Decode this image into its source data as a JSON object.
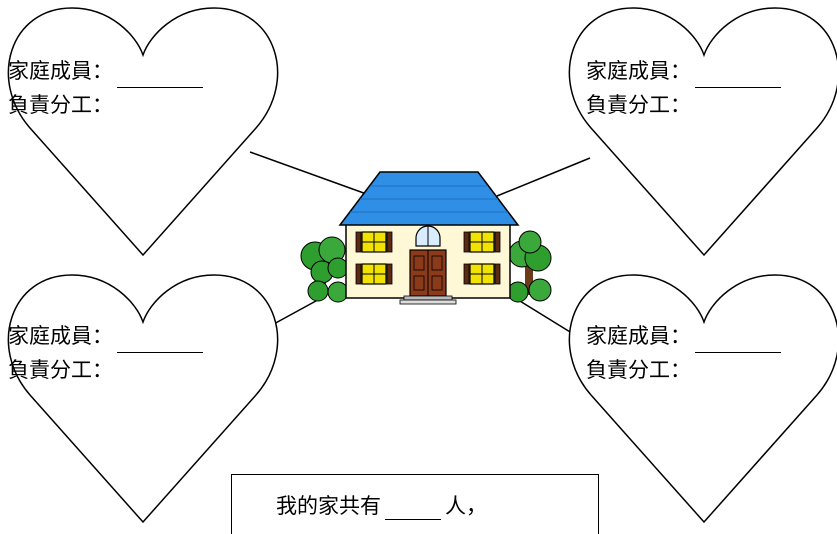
{
  "worksheet": {
    "hearts": [
      {
        "member_label": "家庭成員：",
        "duty_label": "負責分工："
      },
      {
        "member_label": "家庭成員：",
        "duty_label": "負責分工："
      },
      {
        "member_label": "家庭成員：",
        "duty_label": "負責分工："
      },
      {
        "member_label": "家庭成員：",
        "duty_label": "負責分工："
      }
    ],
    "footer": {
      "prefix": "我的家共有",
      "suffix": "人，"
    }
  },
  "icons": [
    "heart-icon",
    "house-icon",
    "tree-icon"
  ],
  "colors": {
    "roof": "#2F8FE6",
    "walls": "#FFF8D6",
    "windows": "#F2E200",
    "door": "#8B3A1A",
    "trees": "#2E9E2E"
  }
}
